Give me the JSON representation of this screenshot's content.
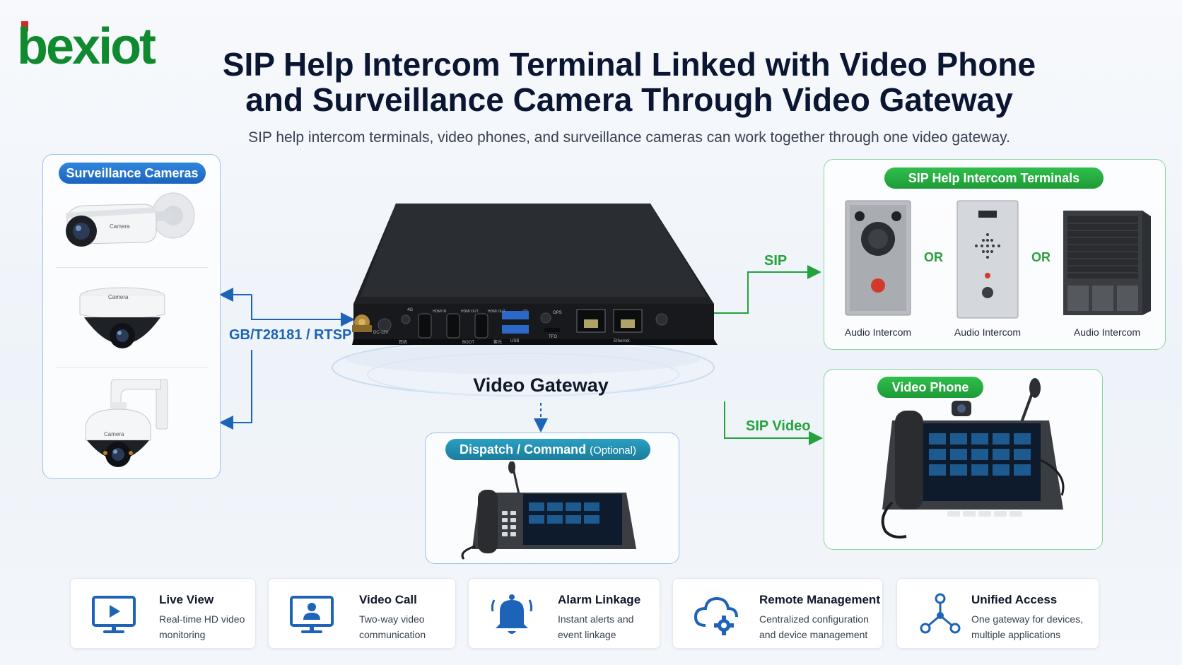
{
  "logo": {
    "text": "bexiot"
  },
  "header": {
    "title_line1": "SIP Help Intercom Terminal Linked with Video Phone",
    "title_line2": "and Surveillance Camera Through Video Gateway",
    "subtitle": "SIP help intercom terminals, video phones, and surveillance cameras can work together through one video gateway."
  },
  "cameras": {
    "title": "Surveillance Cameras",
    "items": [
      {
        "type": "bullet",
        "tag": "Camera"
      },
      {
        "type": "dome",
        "tag": "Camera"
      },
      {
        "type": "ptz",
        "tag": "Camera"
      }
    ]
  },
  "connections": {
    "camera_link": "GB/T28181 / RTSP",
    "sip": "SIP",
    "sip_video": "SIP Video"
  },
  "gateway": {
    "label": "Video Gateway",
    "ports": [
      "DC-12V",
      "4G",
      "HDMI IN",
      "HDMI OUT",
      "HDMI OUT",
      "USB",
      "OPS",
      "TFO",
      "Ethernet",
      "BOOT",
      "耳机",
      "紫光"
    ]
  },
  "intercoms": {
    "title": "SIP Help Intercom Terminals",
    "or_text": "OR",
    "items": [
      {
        "label": "Audio Intercom"
      },
      {
        "label": "Audio Intercom"
      },
      {
        "label": "Audio Intercom"
      }
    ]
  },
  "video_phone": {
    "title": "Video Phone"
  },
  "dispatch": {
    "title": "Dispatch / Command",
    "optional": "(Optional)"
  },
  "features": [
    {
      "title": "Live View",
      "desc1": "Real-time HD video",
      "desc2": "monitoring",
      "icon": "monitor-play-icon"
    },
    {
      "title": "Video Call",
      "desc1": "Two-way video",
      "desc2": "communication",
      "icon": "video-call-icon"
    },
    {
      "title": "Alarm Linkage",
      "desc1": "Instant alerts and",
      "desc2": "event linkage",
      "icon": "bell-icon"
    },
    {
      "title": "Remote Management",
      "desc1": "Centralized configuration",
      "desc2": "and device management",
      "icon": "cloud-gear-icon"
    },
    {
      "title": "Unified Access",
      "desc1": "One gateway for devices,",
      "desc2": "multiple applications",
      "icon": "network-icon"
    }
  ],
  "colors": {
    "blue": "#1d63b8",
    "green": "#24a23c",
    "navy": "#0b1633",
    "logo_green": "#0f8a2e",
    "logo_red": "#d62828"
  }
}
